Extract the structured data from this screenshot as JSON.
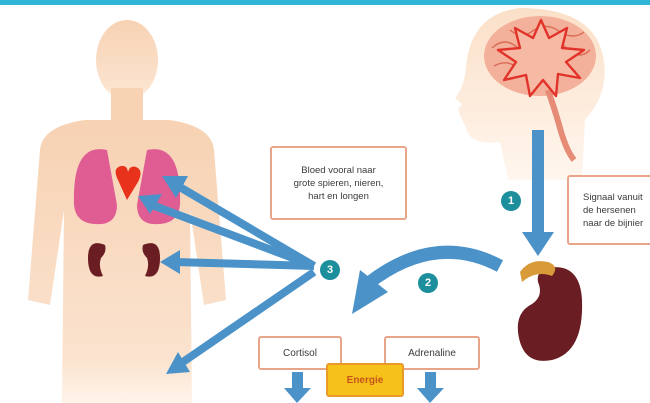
{
  "labels": {
    "blood": "Bloed vooral naar\ngrote spieren, nieren,\nhart en longen",
    "signal": "Signaal vanuit\nde hersenen\nnaar de bijnier",
    "cortisol": "Cortisol",
    "adrenaline": "Adrenaline",
    "energy": "Energie"
  },
  "steps": [
    "1",
    "2",
    "3"
  ],
  "colors": {
    "arrow": "#4a92c8",
    "step_badge": "#1d8e9c",
    "box_border": "#e8a58a",
    "skin": "#f7d2b3",
    "lungs": "#e05d94",
    "heart": "#e8321c",
    "kidney": "#6a1e23",
    "energy": "#f6c21a"
  },
  "icons": {
    "brain": "brain-icon",
    "stress_burst": "stress-burst-icon",
    "adrenal_gland": "adrenal-kidney-icon"
  }
}
